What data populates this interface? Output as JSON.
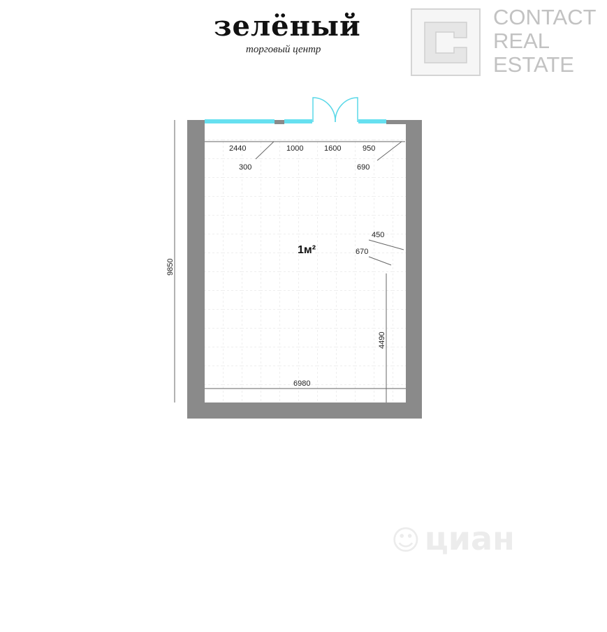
{
  "header": {
    "brand_title": "зелёный",
    "brand_subtitle": "торговый центр",
    "agency_lines": [
      "CONTACT",
      "REAL",
      "ESTATE"
    ]
  },
  "floor_plan": {
    "room_label": "1м²",
    "dimensions": {
      "top_segment_1": "2440",
      "top_column": "300",
      "top_segment_2": "1000",
      "door_width": "1600",
      "top_segment_3": "950",
      "top_corner": "690",
      "niche_depth": "450",
      "niche_width": "670",
      "right_lower_height": "4490",
      "overall_height": "9850",
      "overall_width": "6980"
    },
    "colors": {
      "wall": "#888888",
      "window": "#66e0f0",
      "door": "#5ad8e8",
      "grid": "#dddddd",
      "dimension_line": "#666666"
    }
  },
  "watermark": {
    "text": "циан",
    "icon": "cian-person-icon"
  }
}
